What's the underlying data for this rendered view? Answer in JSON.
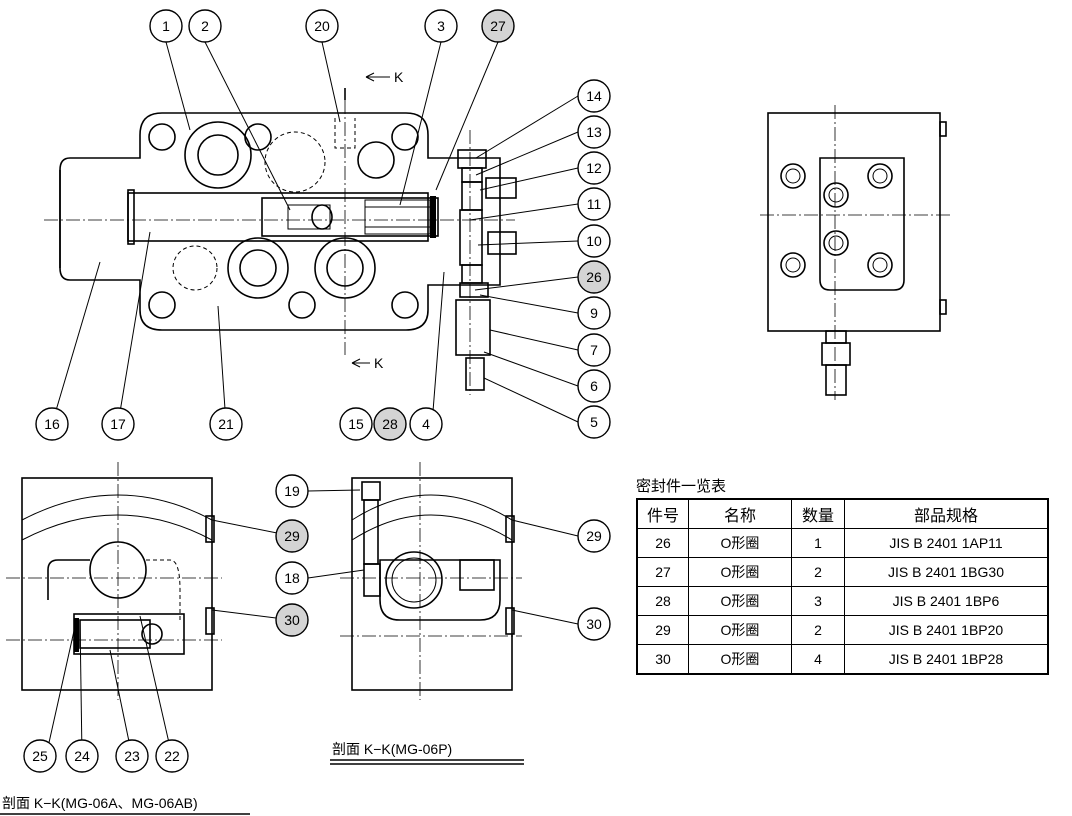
{
  "balloons": [
    {
      "num": "1",
      "shaded": false
    },
    {
      "num": "2",
      "shaded": false
    },
    {
      "num": "20",
      "shaded": false
    },
    {
      "num": "3",
      "shaded": false
    },
    {
      "num": "27",
      "shaded": true
    },
    {
      "num": "14",
      "shaded": false
    },
    {
      "num": "13",
      "shaded": false
    },
    {
      "num": "12",
      "shaded": false
    },
    {
      "num": "11",
      "shaded": false
    },
    {
      "num": "10",
      "shaded": false
    },
    {
      "num": "26",
      "shaded": true
    },
    {
      "num": "9",
      "shaded": false
    },
    {
      "num": "7",
      "shaded": false
    },
    {
      "num": "6",
      "shaded": false
    },
    {
      "num": "5",
      "shaded": false
    },
    {
      "num": "16",
      "shaded": false
    },
    {
      "num": "17",
      "shaded": false
    },
    {
      "num": "21",
      "shaded": false
    },
    {
      "num": "15",
      "shaded": false
    },
    {
      "num": "28",
      "shaded": true
    },
    {
      "num": "4",
      "shaded": false
    },
    {
      "num": "29",
      "shaded": true
    },
    {
      "num": "30",
      "shaded": true
    },
    {
      "num": "25",
      "shaded": false
    },
    {
      "num": "24",
      "shaded": false
    },
    {
      "num": "23",
      "shaded": false
    },
    {
      "num": "22",
      "shaded": false
    },
    {
      "num": "19",
      "shaded": false
    },
    {
      "num": "18",
      "shaded": false
    },
    {
      "num": "29",
      "shaded": false
    },
    {
      "num": "30",
      "shaded": false
    }
  ],
  "section_marks": {
    "top": "K",
    "bottom": "K"
  },
  "caption_mg06ab": "剖面 K−K(MG-06A、MG-06AB)",
  "caption_mg06p": "剖面 K−K(MG-06P)",
  "seal_table": {
    "title": "密封件一览表",
    "headers": [
      "件号",
      "名称",
      "数量",
      "部品规格"
    ],
    "rows": [
      [
        "26",
        "O形圈",
        "1",
        "JIS B 2401 1AP11"
      ],
      [
        "27",
        "O形圈",
        "2",
        "JIS B 2401 1BG30"
      ],
      [
        "28",
        "O形圈",
        "3",
        "JIS B 2401 1BP6"
      ],
      [
        "29",
        "O形圈",
        "2",
        "JIS B 2401 1BP20"
      ],
      [
        "30",
        "O形圈",
        "4",
        "JIS B 2401 1BP28"
      ]
    ]
  }
}
